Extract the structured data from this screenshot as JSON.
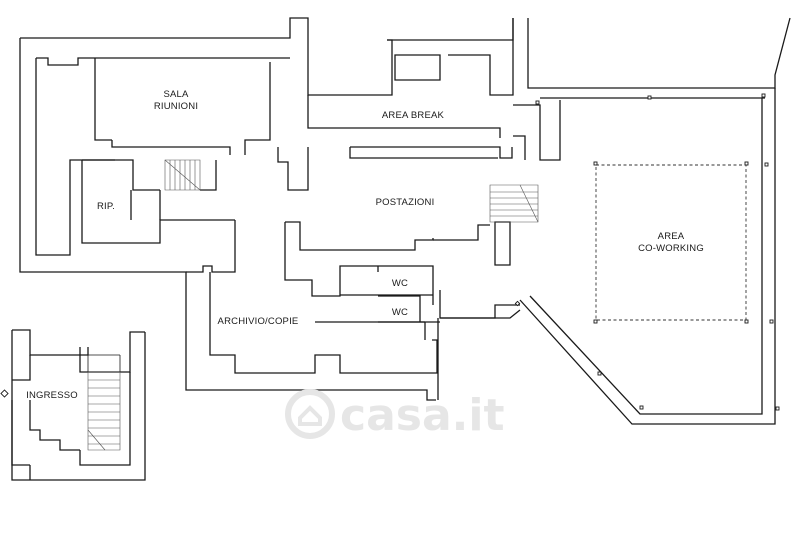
{
  "plan": {
    "rooms": {
      "sala_riunioni": [
        "SALA",
        "RIUNIONI"
      ],
      "area_break": "AREA BREAK",
      "rip": "RIP.",
      "postazioni": "POSTAZIONI",
      "area_coworking": [
        "AREA",
        "CO-WORKING"
      ],
      "wc_1": "WC",
      "wc_2": "WC",
      "archivio_copie": "ARCHIVIO/COPIE",
      "ingresso": "INGRESSO"
    }
  },
  "watermark": {
    "text": "casa.it"
  }
}
